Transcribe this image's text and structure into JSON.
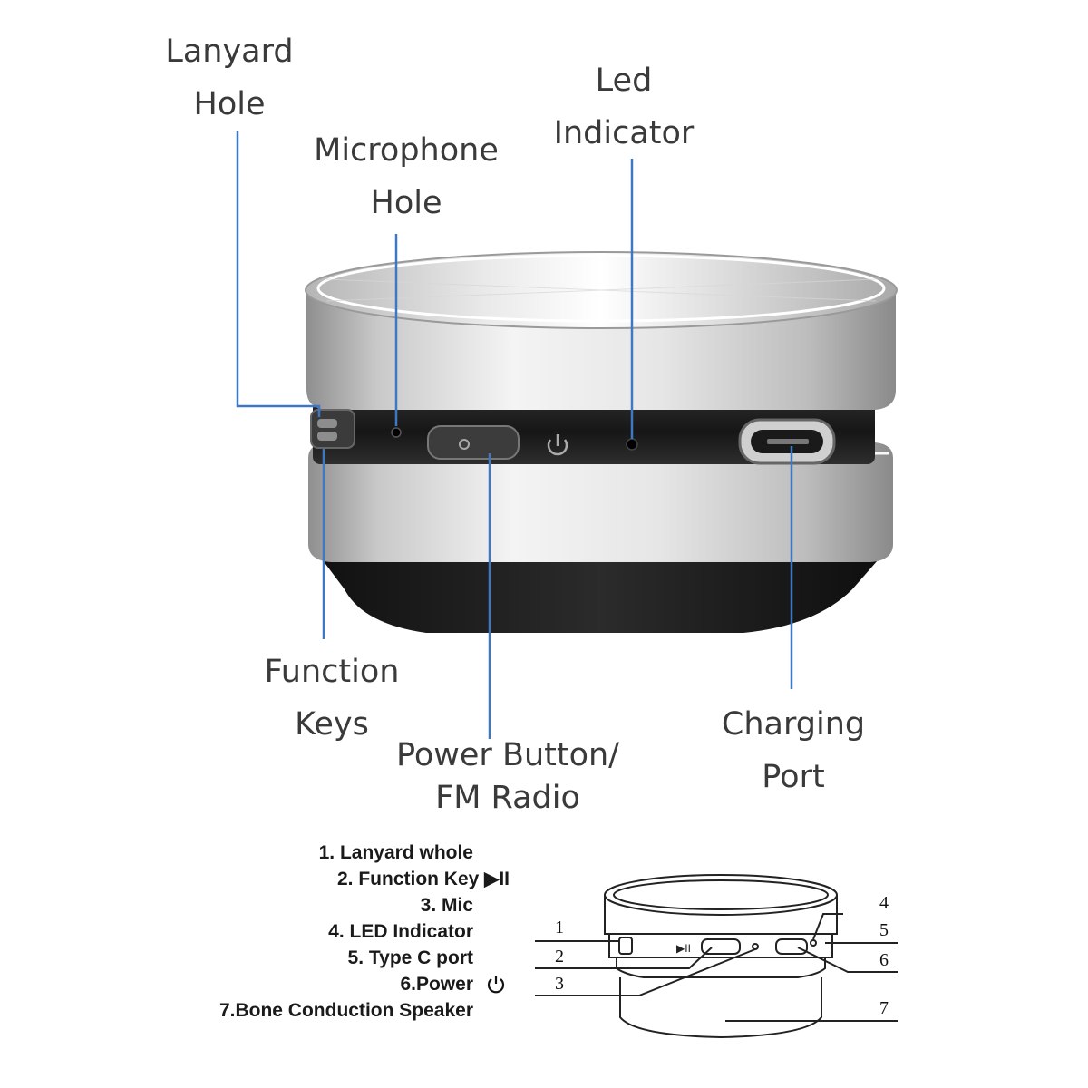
{
  "callouts": {
    "lanyard_hole": [
      "Lanyard",
      "Hole"
    ],
    "microphone_hole": [
      "Microphone",
      "Hole"
    ],
    "led_indicator": [
      "Led",
      "Indicator"
    ],
    "function_keys": [
      "Function",
      "Keys"
    ],
    "power_button": [
      "Power Button/",
      "FM Radio"
    ],
    "charging_port": [
      "Charging",
      "Port"
    ]
  },
  "legend": [
    "1. Lanyard whole",
    "2. Function Key ▶II",
    "3. Mic",
    "4. LED Indicator",
    "5. Type  C  port",
    "6.Power",
    "7.Bone Conduction Speaker"
  ],
  "diagram_numbers": [
    "1",
    "2",
    "3",
    "4",
    "5",
    "6",
    "7"
  ],
  "colors": {
    "leader_line": "#3d78c4",
    "silver_light": "#f1f1f1",
    "silver_dark": "#9b9b9b",
    "band_black": "#1d1d1d",
    "text": "#3a3a3a"
  },
  "icons": {
    "power": "power-icon",
    "play_pause": "play-pause-icon"
  }
}
